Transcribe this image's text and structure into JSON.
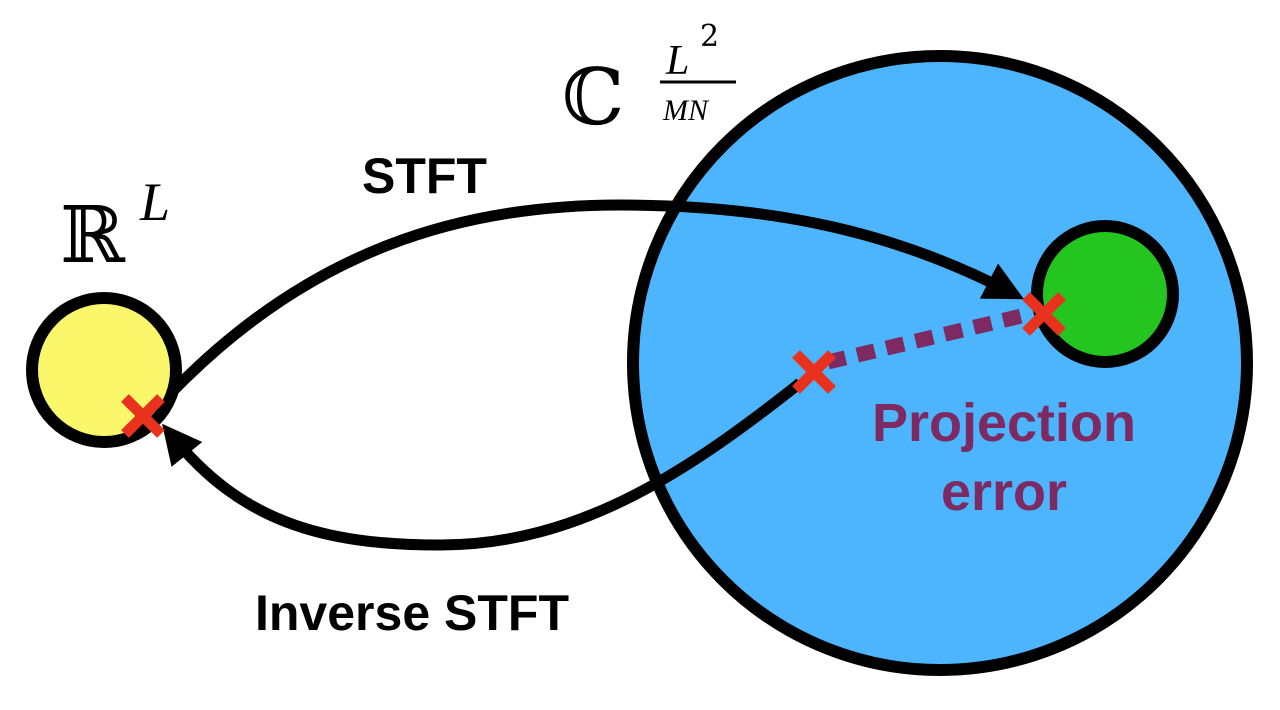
{
  "labels": {
    "stft": "STFT",
    "inverse_stft": "Inverse STFT",
    "projection_error_line1": "Projection",
    "projection_error_line2": "error"
  },
  "math": {
    "real_space_symbol": "ℝ",
    "real_space_exponent": "L",
    "complex_space_symbol": "ℂ",
    "complex_exponent_numerator": "L",
    "complex_exponent_numerator_power": "2",
    "complex_exponent_denominator": "MN"
  },
  "colors": {
    "real_space_fill": "#FAF76B",
    "complex_space_fill": "#4DB5FD",
    "consistent_set_fill": "#24C51F",
    "outline": "#000000",
    "marker": "#E8321E",
    "projection_error": "#7D2A62"
  }
}
